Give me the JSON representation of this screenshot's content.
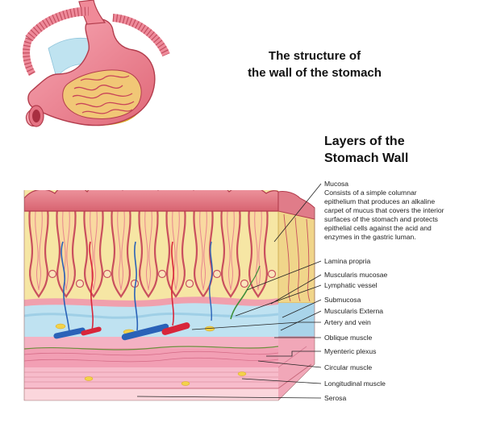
{
  "title_line1": "The structure of",
  "title_line2": "the wall of the stomach",
  "subtitle_line1": "Layers of the",
  "subtitle_line2": "Stomach Wall",
  "labels": {
    "mucosa": "Mucosa",
    "mucosa_desc": "Consists of a simple columnar\nepithelium that produces an alkaline\ncarpet of mucus that covers the interior\nsurfaces of the stomach and protects\nepithelial cells against the acid and\nenzymes in the gastric luman.",
    "lamina_propria": "Lamina propria",
    "muscularis_mucosae": "Muscularis mucosae",
    "lymphatic_vessel": "Lymphatic vessel",
    "submucosa": "Submucosa",
    "muscularis_externa": "Muscularis Externa",
    "artery_and_vein": "Artery and vein",
    "oblique_muscle": "Oblique muscle",
    "myenteric_plexus": "Myenteric plexus",
    "circular_muscle": "Circular muscle",
    "longitudinal_muscle": "Longitudinal muscle",
    "serosa": "Serosa"
  },
  "colors": {
    "mucosa_pink": "#e8868f",
    "mucosa_dark": "#c9505e",
    "gland_yellow": "#f5e3a0",
    "submucosa_blue": "#bde0f0",
    "muscle_pink": "#f2a6b8",
    "fat_yellow": "#f3d24a",
    "artery_red": "#d8263a",
    "vein_blue": "#2a62b8",
    "leader_line": "#222222"
  }
}
